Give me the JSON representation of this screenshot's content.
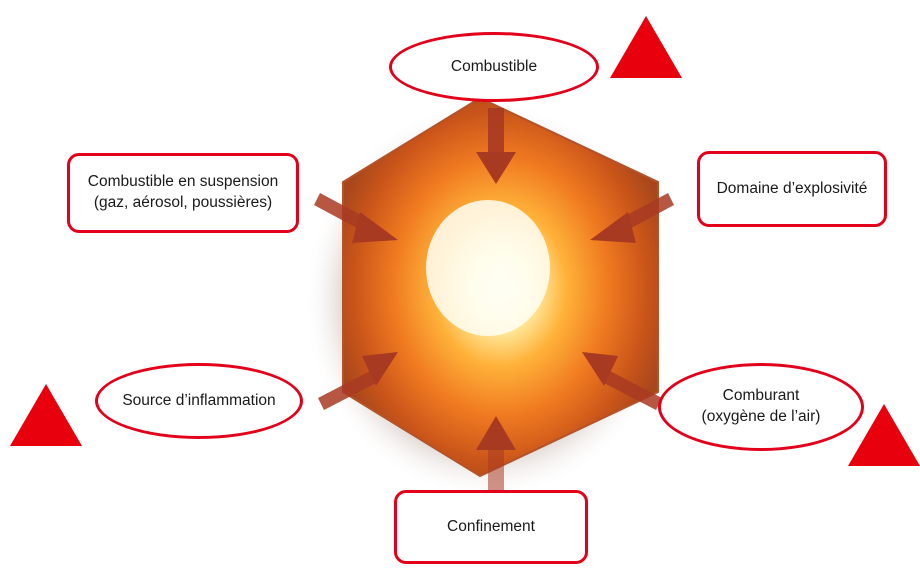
{
  "labels": {
    "combustible": "Combustible",
    "suspension_line1": "Combustible en suspension",
    "suspension_line2": "(gaz, aérosol, poussières)",
    "domaine": "Domaine d’explosivité",
    "source": "Source d’inflammation",
    "comburant_line1": "Comburant",
    "comburant_line2": "(oxygène de l’air)",
    "confinement": "Confinement"
  },
  "colors": {
    "accent_red": "#e3001b",
    "arrow": "#a83a22",
    "hexagon": "#d9641e",
    "glow_core": "#fffbe6"
  }
}
